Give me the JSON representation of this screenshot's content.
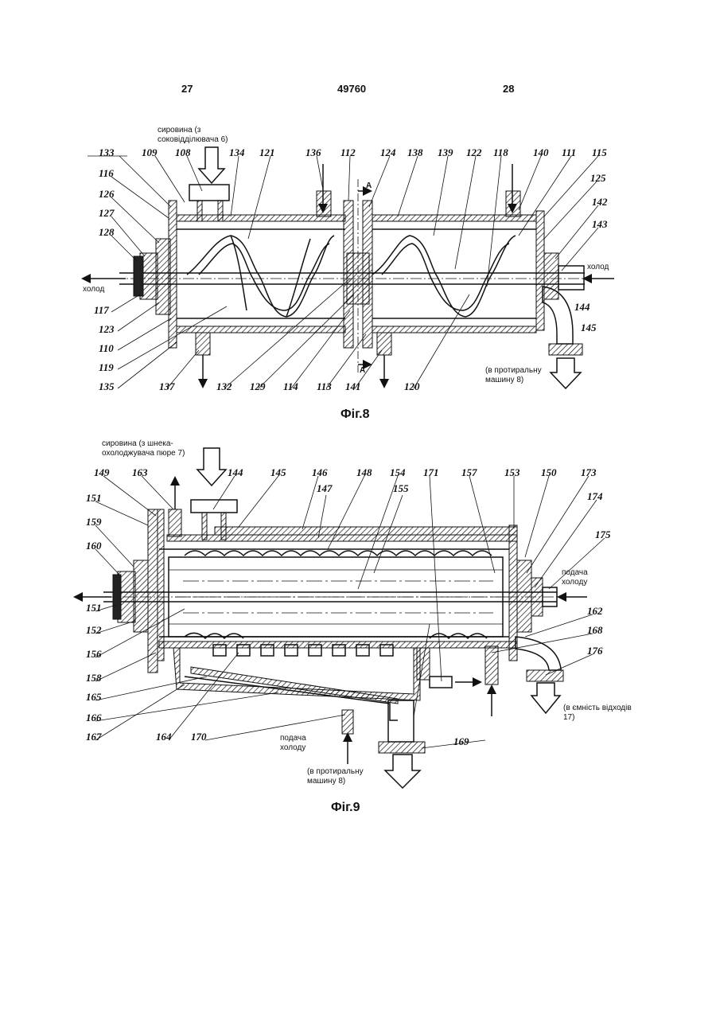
{
  "header": {
    "left_page": "27",
    "doc_number": "49760",
    "right_page": "28"
  },
  "fig8": {
    "caption": "Фіг.8",
    "labels": {
      "raw_input": "сировина (з соковiддiлювача 6)",
      "cold_left": "холод",
      "cold_right": "холод",
      "out_note": "(в протиральну машину 8)",
      "section_a_top": "A",
      "section_a_bottom": "A"
    },
    "refs": [
      "133",
      "109",
      "108",
      "134",
      "121",
      "136",
      "112",
      "124",
      "138",
      "139",
      "122",
      "118",
      "140",
      "111",
      "115",
      "116",
      "126",
      "127",
      "128",
      "125",
      "142",
      "143",
      "117",
      "123",
      "110",
      "119",
      "144",
      "145",
      "135",
      "137",
      "132",
      "129",
      "114",
      "113",
      "141",
      "120"
    ]
  },
  "fig9": {
    "caption": "Фіг.9",
    "labels": {
      "raw_input": "сировина (з шнека-охолоджувача пюре 7)",
      "cold_supply_right": "подача холоду",
      "cold_supply_bottom": "подача холоду",
      "waste_note": "(в ємність відходів 17)",
      "out_note": "(в протиральну машину 8)"
    },
    "refs": [
      "149",
      "163",
      "144",
      "145",
      "146",
      "147",
      "148",
      "154",
      "155",
      "171",
      "157",
      "153",
      "150",
      "173",
      "174",
      "151",
      "159",
      "160",
      "175",
      "151b",
      "152",
      "156",
      "162",
      "168",
      "158",
      "176",
      "165",
      "166",
      "167",
      "164",
      "170",
      "169"
    ]
  }
}
